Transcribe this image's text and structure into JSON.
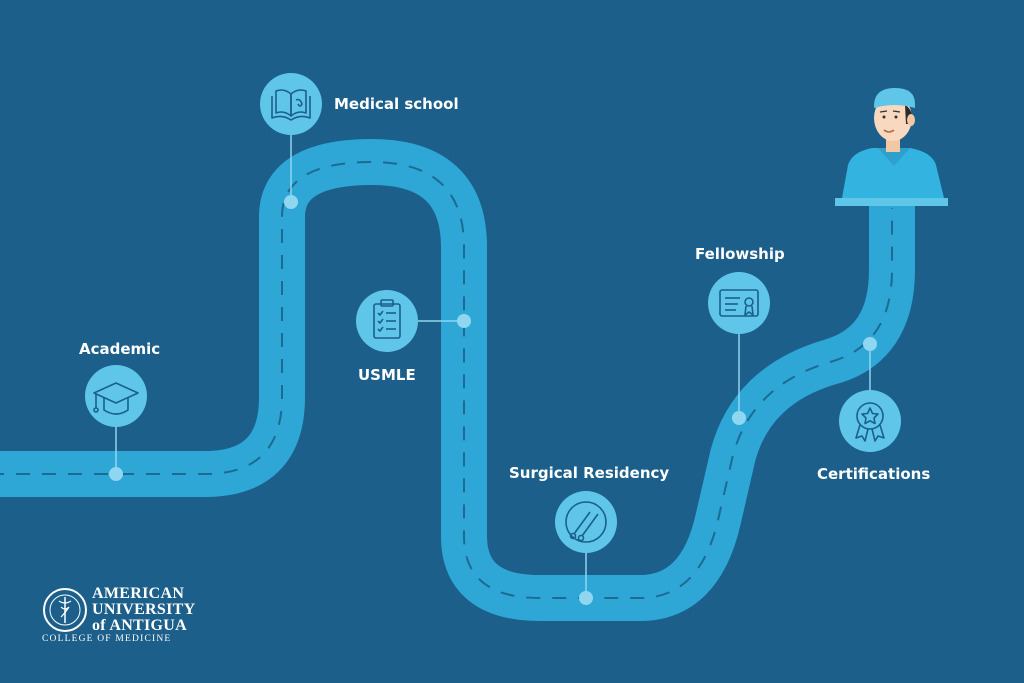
{
  "milestones": [
    {
      "label": "Academic",
      "icon": "graduation-cap-icon"
    },
    {
      "label": "Medical school",
      "icon": "open-book-icon"
    },
    {
      "label": "USMLE",
      "icon": "clipboard-checklist-icon"
    },
    {
      "label": "Surgical Residency",
      "icon": "surgical-tools-icon"
    },
    {
      "label": "Fellowship",
      "icon": "certificate-icon"
    },
    {
      "label": "Certifications",
      "icon": "award-badge-icon"
    }
  ],
  "logo": {
    "line1": "AMERICAN",
    "line2": "UNIVERSITY",
    "line3": "of ANTIGUA",
    "line4": "COLLEGE OF MEDICINE"
  },
  "colors": {
    "background": "#1b5f8a",
    "road": "#2ea7d6",
    "icon_circle": "#5fc6ea",
    "dash": "#1d6a93",
    "doctor_scrubs": "#33b3e0"
  }
}
